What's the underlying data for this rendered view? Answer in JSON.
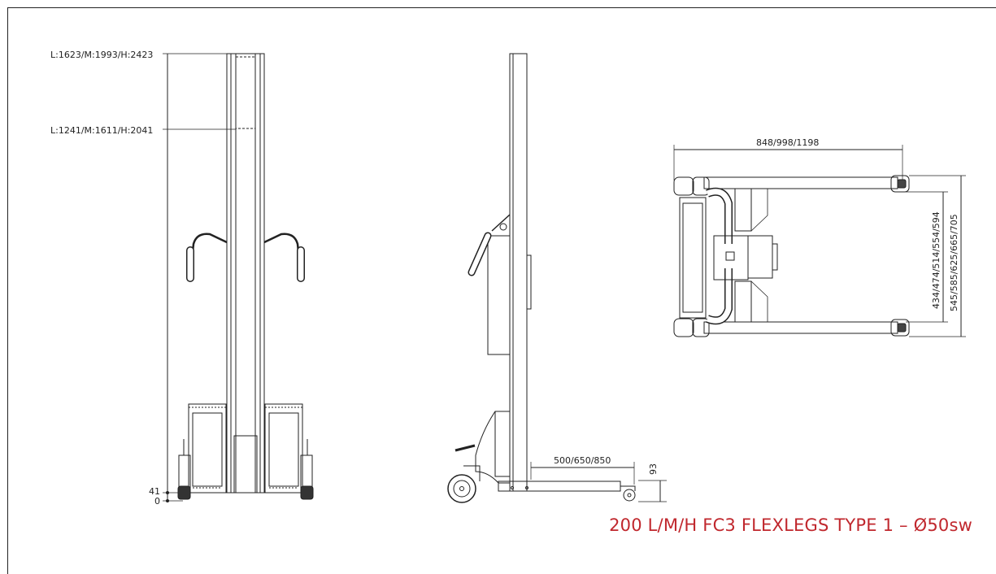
{
  "diagram": {
    "title": "200 L/M/H FC3 FLEXLEGS TYPE 1 – Ø50sw",
    "accent_color": "#c0272d",
    "line_color": "#222222",
    "front_view": {
      "dim_top": "L:1623/M:1993/H:2423",
      "dim_second": "L:1241/M:1611/H:2041",
      "dim_41": "41",
      "dim_0": "0"
    },
    "side_view": {
      "dim_reach": "500/650/850",
      "dim_height": "93"
    },
    "top_view": {
      "dim_width": "848/998/1198",
      "dim_inner": "434/474/514/554/594",
      "dim_outer": "545/585/625/665/705"
    }
  }
}
